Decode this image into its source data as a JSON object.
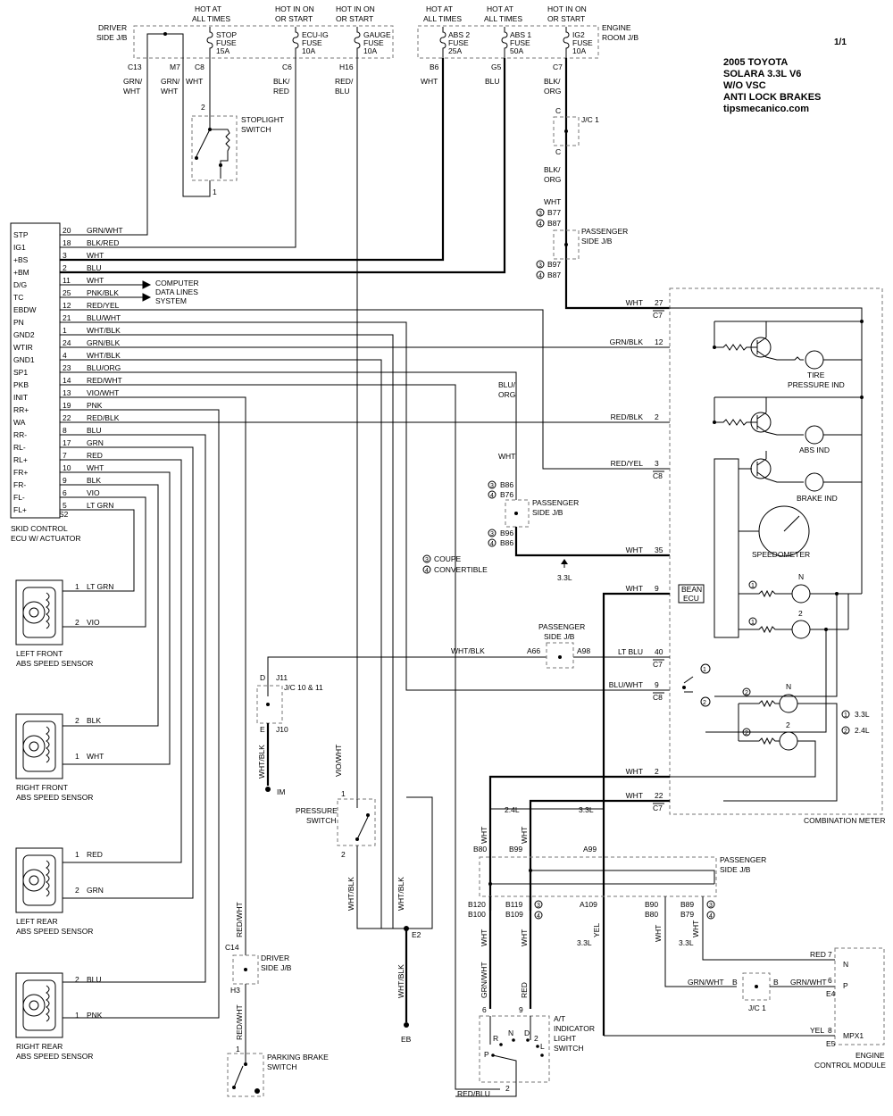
{
  "title": {
    "lines": [
      "2005 TOYOTA",
      "SOLARA  3.3L V6",
      "W/O VSC",
      "ANTI LOCK BRAKES",
      "tipsmecanico.com"
    ],
    "page": "1/1"
  },
  "top": {
    "driver_jb": [
      "DRIVER",
      "SIDE J/B"
    ],
    "engine_jb": [
      "ENGINE",
      "ROOM J/B"
    ],
    "fuses": [
      {
        "power": [
          "HOT AT",
          "ALL TIMES"
        ],
        "name": [
          "STOP",
          "FUSE",
          "15A"
        ]
      },
      {
        "power": [
          "HOT IN ON",
          "OR START"
        ],
        "name": [
          "ECU-IG",
          "FUSE",
          "10A"
        ]
      },
      {
        "power": [
          "HOT IN ON",
          "OR START"
        ],
        "name": [
          "GAUGE",
          "FUSE",
          "10A"
        ]
      },
      {
        "power": [
          "HOT AT",
          "ALL TIMES"
        ],
        "name": [
          "ABS 2",
          "FUSE",
          "25A"
        ]
      },
      {
        "power": [
          "HOT AT",
          "ALL TIMES"
        ],
        "name": [
          "ABS 1",
          "FUSE",
          "50A"
        ]
      },
      {
        "power": [
          "HOT IN ON",
          "OR START"
        ],
        "name": [
          "IG2",
          "FUSE",
          "10A"
        ]
      }
    ],
    "pins": [
      "C13",
      "M7",
      "C8",
      "C6",
      "H16",
      "B6",
      "G5",
      "C7"
    ],
    "wire_colors": [
      [
        "GRN/",
        "WHT"
      ],
      [
        "GRN/",
        "WHT"
      ],
      [
        "WHT"
      ],
      [
        "BLK/",
        "RED"
      ],
      [
        "RED/",
        "BLU"
      ],
      [
        "WHT"
      ],
      [
        "BLU"
      ],
      [
        "BLK/",
        "ORG"
      ]
    ]
  },
  "stoplight": {
    "label": [
      "STOPLIGHT",
      "SWITCH"
    ],
    "pin_top": "2",
    "pin_bottom": "1"
  },
  "jc1_top": {
    "label": "J/C 1",
    "pin_top": "C",
    "pin_bottom": "C",
    "wire": [
      "BLK/",
      "ORG"
    ]
  },
  "psjb_upper": {
    "wire": "WHT",
    "pins_top": [
      "3",
      "B77",
      "4",
      "B87"
    ],
    "label": [
      "PASSENGER",
      "SIDE J/B"
    ],
    "pins_bottom": [
      "3",
      "B97",
      "4",
      "B87"
    ]
  },
  "ecu": {
    "label": [
      "SKID CONTROL",
      "ECU W/ ACTUATOR"
    ],
    "pins": [
      {
        "name": "STP",
        "num": "20",
        "color": "GRN/WHT"
      },
      {
        "name": "IG1",
        "num": "18",
        "color": "BLK/RED"
      },
      {
        "name": "+BS",
        "num": "3",
        "color": "WHT"
      },
      {
        "name": "+BM",
        "num": "2",
        "color": "BLU"
      },
      {
        "name": "D/G",
        "num": "11",
        "color": "WHT"
      },
      {
        "name": "TC",
        "num": "25",
        "color": "PNK/BLK"
      },
      {
        "name": "EBDW",
        "num": "12",
        "color": "RED/YEL"
      },
      {
        "name": "PN",
        "num": "21",
        "color": "BLU/WHT"
      },
      {
        "name": "GND2",
        "num": "1",
        "color": "WHT/BLK"
      },
      {
        "name": "WTIR",
        "num": "24",
        "color": "GRN/BLK"
      },
      {
        "name": "GND1",
        "num": "4",
        "color": "WHT/BLK"
      },
      {
        "name": "SP1",
        "num": "23",
        "color": "BLU/ORG"
      },
      {
        "name": "PKB",
        "num": "14",
        "color": "RED/WHT"
      },
      {
        "name": "INIT",
        "num": "13",
        "color": "VIO/WHT"
      },
      {
        "name": "RR+",
        "num": "19",
        "color": "PNK"
      },
      {
        "name": "WA",
        "num": "22",
        "color": "RED/BLK"
      },
      {
        "name": "RR-",
        "num": "8",
        "color": "BLU"
      },
      {
        "name": "RL-",
        "num": "17",
        "color": "GRN"
      },
      {
        "name": "RL+",
        "num": "7",
        "color": "RED"
      },
      {
        "name": "FR+",
        "num": "10",
        "color": "WHT"
      },
      {
        "name": "FR-",
        "num": "9",
        "color": "BLK"
      },
      {
        "name": "FL-",
        "num": "6",
        "color": "VIO"
      },
      {
        "name": "FL+",
        "num": "5",
        "color": "LT GRN"
      }
    ],
    "connector": "S2"
  },
  "computer": [
    "COMPUTER",
    "DATA LINES",
    "SYSTEM"
  ],
  "sensors": [
    {
      "label": [
        "LEFT FRONT",
        "ABS SPEED SENSOR"
      ],
      "p1": "1",
      "c1": "LT GRN",
      "p2": "2",
      "c2": "VIO"
    },
    {
      "label": [
        "RIGHT FRONT",
        "ABS SPEED SENSOR"
      ],
      "p1": "2",
      "c1": "BLK",
      "p2": "1",
      "c2": "WHT"
    },
    {
      "label": [
        "LEFT REAR",
        "ABS SPEED SENSOR"
      ],
      "p1": "1",
      "c1": "RED",
      "p2": "2",
      "c2": "GRN"
    },
    {
      "label": [
        "RIGHT REAR",
        "ABS SPEED SENSOR"
      ],
      "p1": "2",
      "c1": "BLU",
      "p2": "1",
      "c2": "PNK"
    }
  ],
  "middle": {
    "bluorg": [
      "BLU/",
      "ORG"
    ],
    "wht": "WHT",
    "psjb_mid_pins_top": [
      "3",
      "B86",
      "4",
      "B76"
    ],
    "psjb_mid_label": [
      "PASSENGER",
      "SIDE J/B"
    ],
    "psjb_mid_pins_bottom": [
      "3",
      "B96",
      "4",
      "B86"
    ],
    "legend": [
      {
        "num": "3",
        "text": "COUPE"
      },
      {
        "num": "4",
        "text": "CONVERTIBLE"
      }
    ],
    "engine_note": "3.3L"
  },
  "meter": {
    "label": "COMBINATION METER",
    "rows": [
      {
        "color": "WHT",
        "pin": "27",
        "conn": "C7"
      },
      {
        "color": "GRN/BLK",
        "pin": "12"
      },
      {
        "color": "RED/BLK",
        "pin": "2"
      },
      {
        "color": "RED/YEL",
        "pin": "3",
        "conn": "C8"
      },
      {
        "color": "WHT",
        "pin": "35"
      },
      {
        "color": "WHT",
        "pin": "9"
      },
      {
        "color": "LT BLU",
        "pin": "40",
        "conn": "C7"
      },
      {
        "color": "BLU/WHT",
        "pin": "9",
        "conn": "C8"
      },
      {
        "color": "WHT",
        "pin": "2"
      },
      {
        "color": "WHT",
        "pin": "22",
        "conn": "C7"
      }
    ],
    "indicators": [
      "TIRE",
      "PRESSURE IND",
      "ABS IND",
      "BRAKE IND"
    ],
    "speedometer": "SPEEDOMETER",
    "bean": [
      "BEAN",
      "ECU"
    ],
    "lamp_n": "N",
    "lamp_2": "2",
    "var_1": "1",
    "var_2": "2",
    "engine_legend": [
      {
        "num": "1",
        "text": "3.3L"
      },
      {
        "num": "2",
        "text": "2.4L"
      }
    ]
  },
  "psjb_a": {
    "label": [
      "PASSENGER",
      "SIDE J/B"
    ],
    "left": "A66",
    "right": "A98",
    "left_wire": "WHT/BLK"
  },
  "jc10": {
    "label": "J/C 10 & 11",
    "top_letter": "D",
    "top_pin": "J11",
    "bottom_letter": "E",
    "bottom_pin": "J10",
    "wire": "WHT/BLK",
    "ground": "IM"
  },
  "pressure": {
    "label": [
      "PRESSURE",
      "SWITCH"
    ],
    "wire": "VIO/WHT",
    "p1": "1",
    "p2": "2"
  },
  "ground_e": {
    "wires": [
      "WHT/BLK",
      "WHT/BLK",
      "WHT/BLK"
    ],
    "junction": "E2",
    "ground": "EB"
  },
  "driver_jb2": {
    "label": [
      "DRIVER",
      "SIDE J/B"
    ],
    "top": "C14",
    "bottom": "H3",
    "wire_top": "RED/WHT",
    "wire_bottom": "RED/WHT"
  },
  "parking": {
    "label": [
      "PARKING BRAKE",
      "SWITCH"
    ],
    "pin": "1"
  },
  "psjb_lower": {
    "label": [
      "PASSENGER",
      "SIDE J/B"
    ],
    "top_pins": [
      "B80",
      "B99",
      "A99"
    ],
    "bottom_pins": [
      "B120",
      "B100",
      "B119",
      "B109",
      "A109",
      "B90",
      "B80",
      "B89",
      "B79"
    ],
    "circ": [
      "3",
      "4",
      "3",
      "4"
    ],
    "notes": [
      "2.4L",
      "3.3L",
      "3.3L",
      "3.3L"
    ],
    "wires": [
      "WHT",
      "WHT",
      "WHT",
      "WHT",
      "YEL",
      "WHT",
      "WHT"
    ]
  },
  "atsw": {
    "label": [
      "A/T",
      "INDICATOR",
      "LIGHT",
      "SWITCH"
    ],
    "pins": [
      "6",
      "9",
      "2"
    ],
    "letters": [
      "R",
      "N",
      "D",
      "2",
      "L",
      "P"
    ],
    "wires": [
      "GRN/WHT",
      "RED",
      "RED/BLU"
    ]
  },
  "jc1_low": {
    "label": "J/C 1",
    "left": "B",
    "right": "B",
    "lwire": "GRN/WHT",
    "rwire": "GRN/WHT"
  },
  "ecm": {
    "label": [
      "ENGINE",
      "CONTROL MODULE"
    ],
    "rows": [
      {
        "color": "RED",
        "pin": "7",
        "name": "N"
      },
      {
        "color": "GRN/WHT",
        "pin": "6",
        "name": "P",
        "conn": "E4"
      },
      {
        "color": "YEL",
        "pin": "8",
        "name": "MPX1",
        "conn": "E5"
      }
    ]
  }
}
